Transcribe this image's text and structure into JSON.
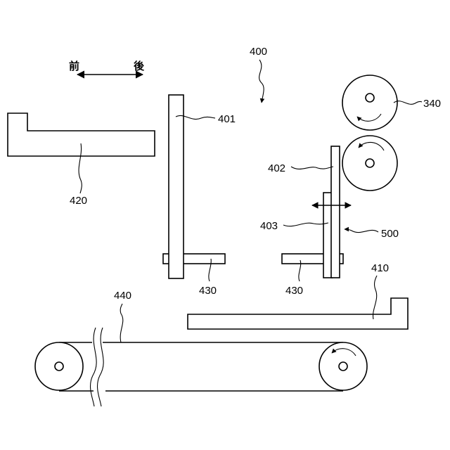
{
  "direction": {
    "front": "前",
    "back": "後"
  },
  "labels": {
    "assembly": "400",
    "plate_401": "401",
    "plate_402": "402",
    "plate_403": "403",
    "module_500": "500",
    "roller_340": "340",
    "guide_410": "410",
    "guide_420": "420",
    "base_430_left": "430",
    "base_430_right": "430",
    "belt_440": "440"
  }
}
